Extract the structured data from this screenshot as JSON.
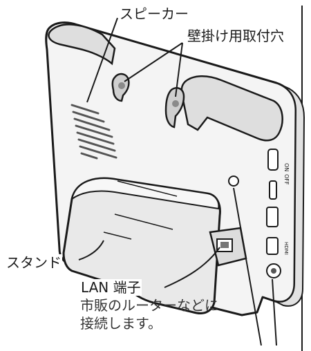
{
  "labels": {
    "speaker": "スピーカー",
    "wall_mount_holes": "壁掛け用取付穴",
    "stand": "スタンド",
    "lan_port": "LAN 端子",
    "lan_desc_line1": "市販のルーターなどに",
    "lan_desc_line2": "接続します。"
  },
  "side_panel": {
    "switch_on": "ON",
    "switch_off": "OFF",
    "hdmi": "HDMI"
  },
  "colors": {
    "outline": "#1a1a1a",
    "body_fill": "#f4f4f4",
    "shade": "#dedede",
    "dark": "#555555"
  }
}
